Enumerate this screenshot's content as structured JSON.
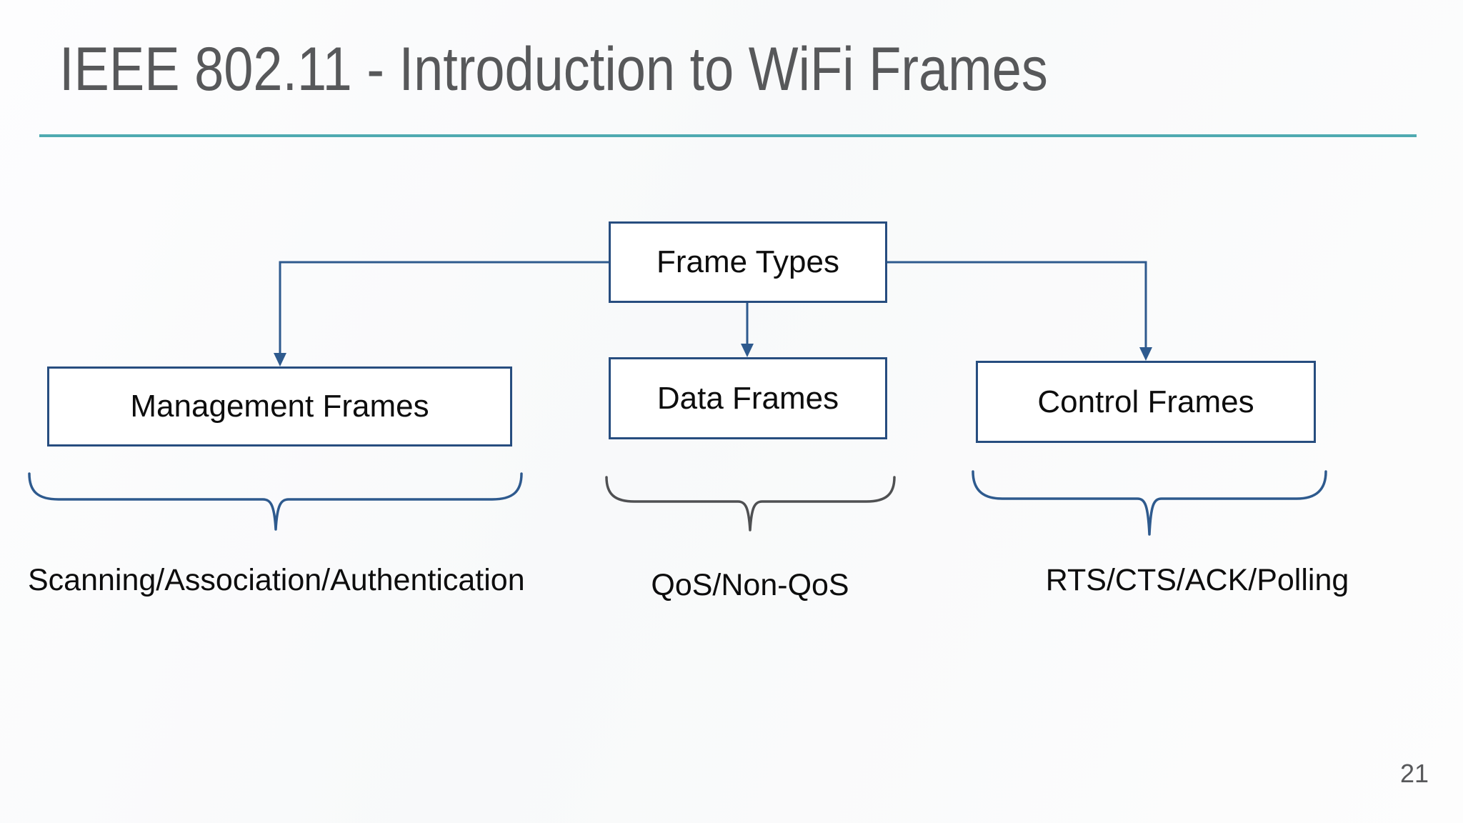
{
  "slide": {
    "title": "IEEE 802.11 - Introduction to WiFi Frames",
    "page_number": "21"
  },
  "diagram": {
    "root": {
      "label": "Frame Types"
    },
    "children": [
      {
        "label": "Management Frames",
        "caption": "Scanning/Association/Authentication"
      },
      {
        "label": "Data Frames",
        "caption": "QoS/Non-QoS"
      },
      {
        "label": "Control Frames",
        "caption": "RTS/CTS/ACK/Polling"
      }
    ]
  },
  "colors": {
    "divider_teal": "#4faab1",
    "box_border_navy": "#274d7f",
    "connector_blue": "#2e5a8e",
    "brace_blue": "#2e5a8e",
    "brace_gray": "#4f5052",
    "title_text": "#57585a",
    "label_text": "#0d0d0d",
    "page_number_text": "#58595b"
  }
}
